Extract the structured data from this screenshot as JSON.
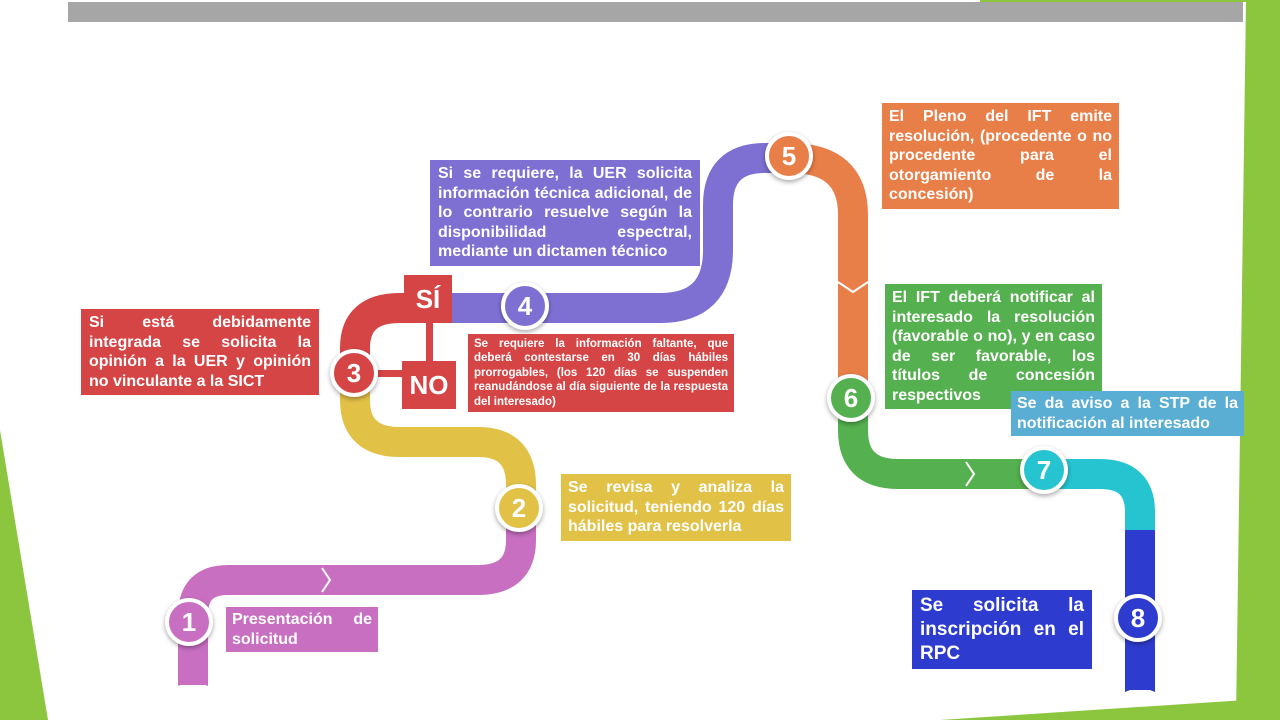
{
  "colors": {
    "step1": "#c86fc2",
    "step2": "#e2c147",
    "step3": "#d64545",
    "step4": "#7e6fd2",
    "step5": "#e87e48",
    "step6": "#55b04f",
    "step7": "#26c3d0",
    "step8": "#2d3ccf",
    "accent_green": "#8cc63f",
    "top_bar": "#a6a6a6"
  },
  "steps": [
    {
      "number": "1",
      "text": "Presentación de solicitud"
    },
    {
      "number": "2",
      "text": "Se revisa y analiza la solicitud, teniendo 120 días hábiles para resolverla"
    },
    {
      "number": "3",
      "text": "Si está debidamente integrada se solicita la opinión a la UER y opinión no vinculante a la SICT"
    },
    {
      "number": "4",
      "text": "Si se requiere, la UER solicita información técnica adicional, de lo contrario resuelve según la disponibilidad espectral, mediante un dictamen técnico"
    },
    {
      "number": "5",
      "text": "El Pleno del IFT emite resolución, (procedente o no procedente para el otorgamiento de la concesión)"
    },
    {
      "number": "6",
      "text": "El IFT deberá notificar al interesado la resolución (favorable o no), y en caso de ser favorable, los títulos de concesión respectivos"
    },
    {
      "number": "7",
      "text": "Se da aviso a la STP de la notificación al interesado"
    },
    {
      "number": "8",
      "text": "Se solicita la inscripción en el RPC"
    }
  ],
  "branch": {
    "yes_label": "SÍ",
    "no_label": "NO",
    "no_text": "Se requiere la información faltante, que deberá contestarse en 30 días hábiles prorrogables, (los 120 días se suspenden reanudándose al día siguiente de la respuesta del interesado)"
  }
}
